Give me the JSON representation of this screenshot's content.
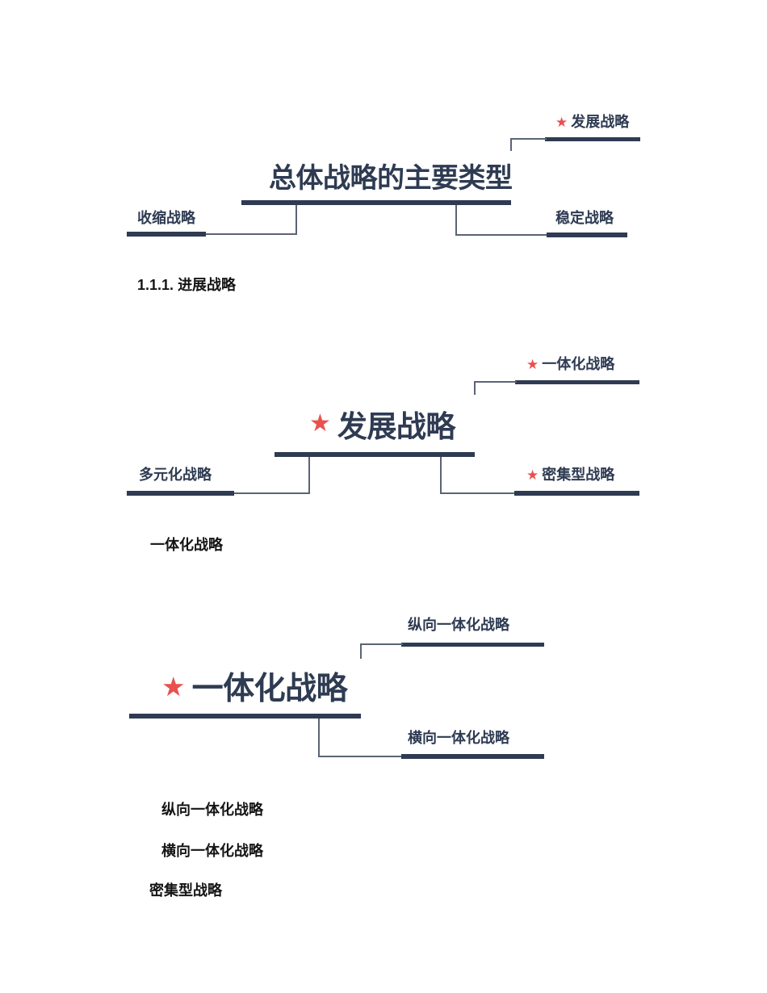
{
  "colors": {
    "navy": "#2e3b52",
    "red": "#e8514f",
    "thin": "#5b6474",
    "black": "#151515"
  },
  "icons": {
    "star": "★"
  },
  "diagram1": {
    "title": "总体战略的主要类型",
    "branch_top_right": {
      "label": "发展战略",
      "starred": true
    },
    "branch_left": {
      "label": "收缩战略",
      "starred": false
    },
    "branch_right": {
      "label": "稳定战略",
      "starred": false
    }
  },
  "heading1": {
    "number": "1.1.1.",
    "text": "进展战略"
  },
  "diagram2": {
    "center": {
      "label": "发展战略",
      "starred": true
    },
    "branch_top_right": {
      "label": "一体化战略",
      "starred": true
    },
    "branch_left": {
      "label": "多元化战略",
      "starred": false
    },
    "branch_bottom_right": {
      "label": "密集型战略",
      "starred": true
    }
  },
  "paragraphs": {
    "integration": "一体化战略",
    "vertical": "纵向一体化战略",
    "horizontal": "横向一体化战略",
    "intensive": "密集型战略"
  },
  "diagram3": {
    "center": {
      "label": "一体化战略",
      "starred": true
    },
    "branch_top_right": {
      "label": "纵向一体化战略",
      "starred": false
    },
    "branch_bottom_right": {
      "label": "横向一体化战略",
      "starred": false
    }
  }
}
